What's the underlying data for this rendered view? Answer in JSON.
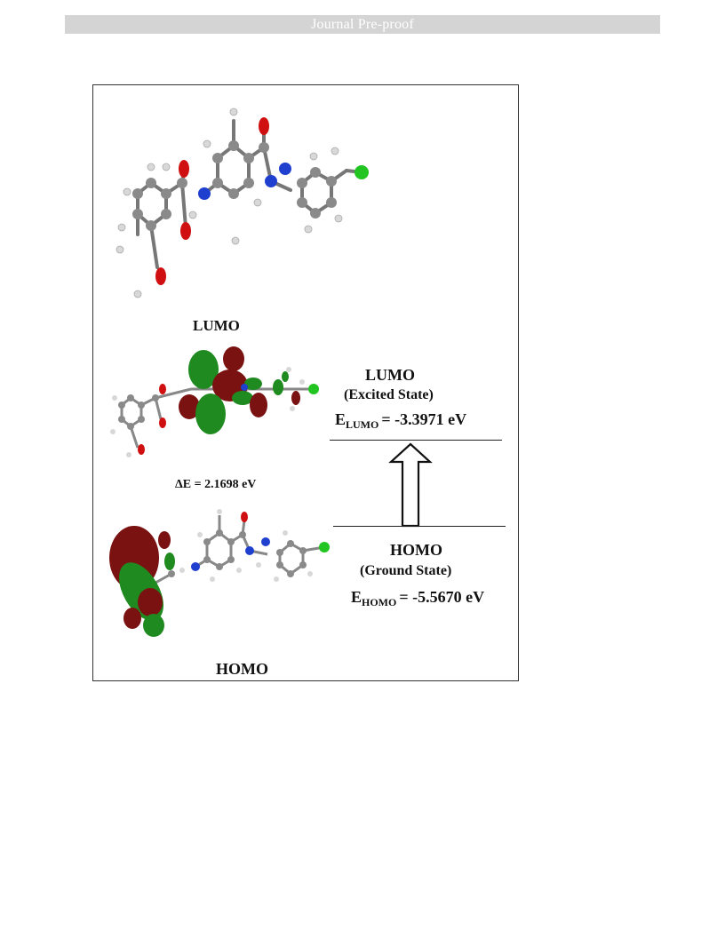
{
  "banner": {
    "text": "Journal Pre-proof"
  },
  "figure": {
    "lumo_mol_label": "LUMO",
    "homo_mol_label": "HOMO",
    "gap_label": "ΔE = 2.1698  eV",
    "lumo_level": {
      "title": "LUMO",
      "state": "(Excited State)",
      "energy_symbol": "E",
      "energy_sub": "LUMO",
      "energy_value": "= -3.3971  eV"
    },
    "homo_level": {
      "title": "HOMO",
      "state": "(Ground State)",
      "energy_symbol": "E",
      "energy_sub": "HOMO",
      "energy_value": "= -5.5670 eV"
    },
    "colors": {
      "carbon": "#8a8a8a",
      "hydrogen": "#d8d8d8",
      "oxygen": "#d01010",
      "nitrogen": "#1f3fcf",
      "chlorine": "#22c422",
      "orbital_positive": "#7a1212",
      "orbital_negative": "#1f8a1f"
    }
  }
}
